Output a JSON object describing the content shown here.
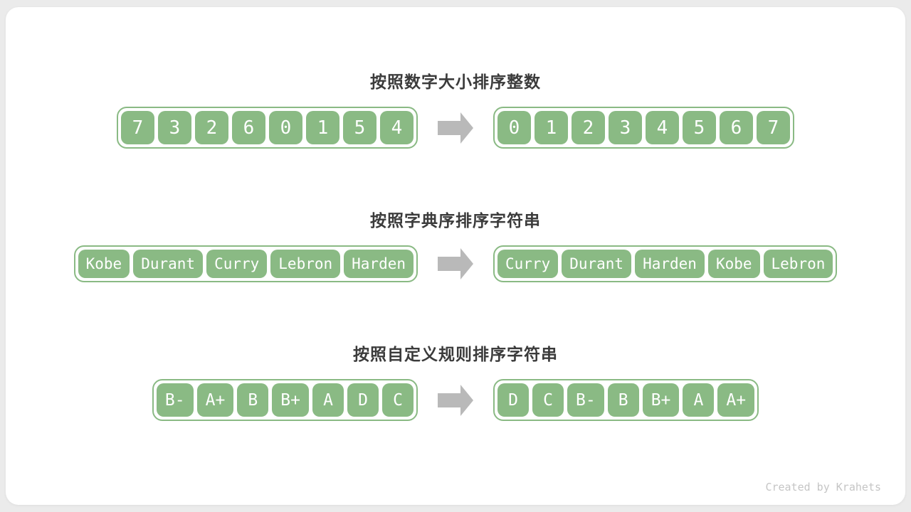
{
  "colors": {
    "background": "#ebebeb",
    "card_background": "#ffffff",
    "cell_green": "#8aba84",
    "arrow_gray": "#b9b9b9",
    "title_dark": "#3b3b3b",
    "footer_gray": "#c5c5c5"
  },
  "sections": [
    {
      "title": "按照数字大小排序整数",
      "left": [
        "7",
        "3",
        "2",
        "6",
        "0",
        "1",
        "5",
        "4"
      ],
      "right": [
        "0",
        "1",
        "2",
        "3",
        "4",
        "5",
        "6",
        "7"
      ]
    },
    {
      "title": "按照字典序排序字符串",
      "left": [
        "Kobe",
        "Durant",
        "Curry",
        "Lebron",
        "Harden"
      ],
      "right": [
        "Curry",
        "Durant",
        "Harden",
        "Kobe",
        "Lebron"
      ]
    },
    {
      "title": "按照自定义规则排序字符串",
      "left": [
        "B-",
        "A+",
        "B",
        "B+",
        "A",
        "D",
        "C"
      ],
      "right": [
        "D",
        "C",
        "B-",
        "B",
        "B+",
        "A",
        "A+"
      ]
    }
  ],
  "footer": {
    "credit": "Created by Krahets"
  }
}
